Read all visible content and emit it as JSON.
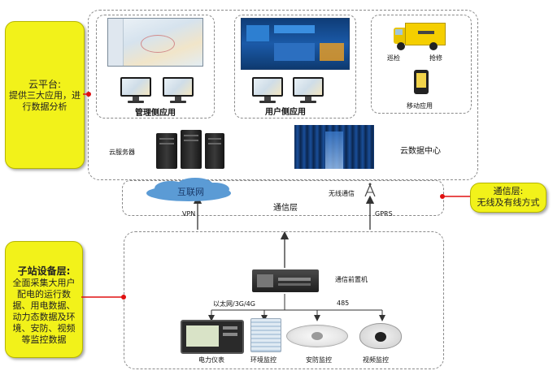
{
  "cloud_layer": {
    "title": "云平台:",
    "desc": "提供三大应用，进行数据分析",
    "mgmt_app_label": "管理侧应用",
    "user_app_label": "用户侧应用",
    "inspect_label": "巡检",
    "repair_label": "抢修",
    "mobile_app_label": "移动应用",
    "cloud_server_label": "云服务器",
    "cloud_datacenter_label": "云数据中心"
  },
  "comm_layer": {
    "title": "通信层:",
    "desc": "无线及有线方式",
    "internet_label": "互联网",
    "layer_label": "通信层",
    "wireless_label": "无线通信",
    "vpn_label": "VPN",
    "gprs_label": "GPRS"
  },
  "substation_layer": {
    "title": "子站设备层:",
    "desc": "全面采集大用户配电的运行数据、用电数据、动力态数据及环境、安防、视频等监控数据",
    "frontend_label": "通信前置机",
    "ethernet_label": "以太网/3G/4G",
    "rs485_label": "485",
    "power_meter_label": "电力仪表",
    "env_monitor_label": "环境监控",
    "security_monitor_label": "安防监控",
    "video_monitor_label": "视频监控"
  },
  "colors": {
    "callout_yellow": "#f2f21a",
    "connector_red": "#e01010",
    "cloud_blue": "#5b9bd5"
  }
}
